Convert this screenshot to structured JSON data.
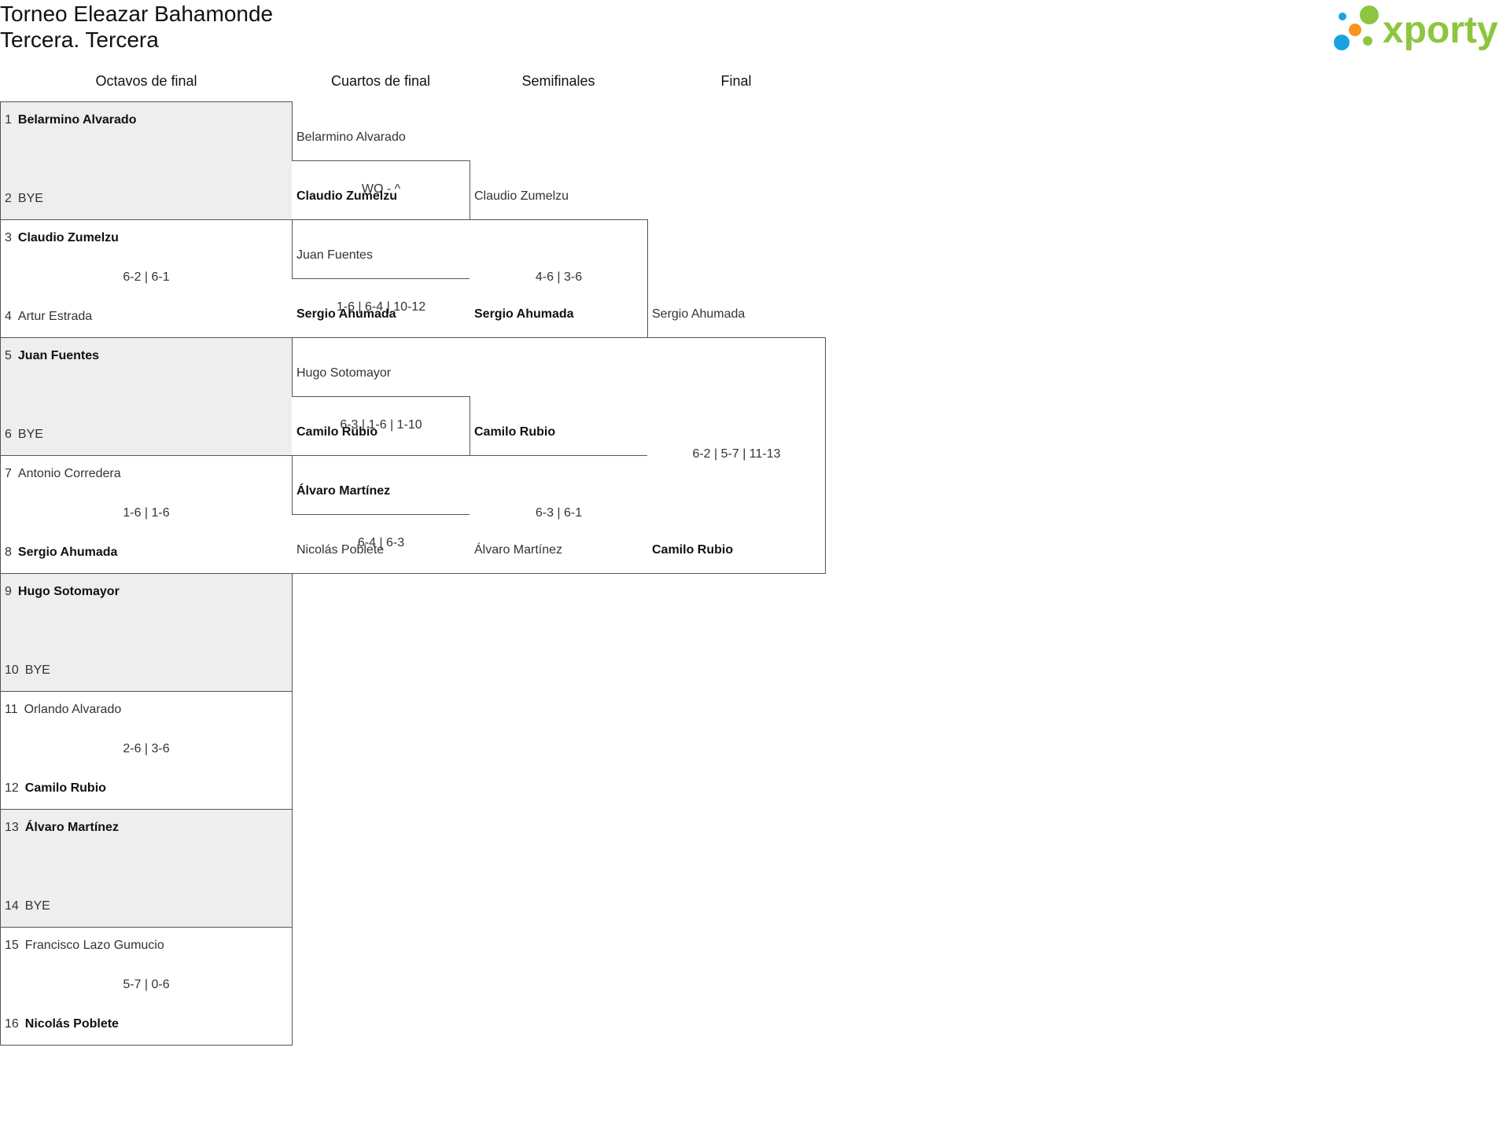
{
  "header": {
    "title_line1": "Torneo Eleazar Bahamonde",
    "title_line2": "Tercera. Tercera",
    "logo_text": "xporty"
  },
  "rounds": [
    "Octavos de final",
    "Cuartos de final",
    "Semifinales",
    "Final"
  ],
  "r16": [
    {
      "p1_seed": "1",
      "p1": "Belarmino Alvarado",
      "p2_seed": "2",
      "p2": "BYE",
      "score": ""
    },
    {
      "p1_seed": "3",
      "p1": "Claudio Zumelzu",
      "p2_seed": "4",
      "p2": "Artur Estrada",
      "score": "6-2 | 6-1"
    },
    {
      "p1_seed": "5",
      "p1": "Juan Fuentes",
      "p2_seed": "6",
      "p2": "BYE",
      "score": ""
    },
    {
      "p1_seed": "7",
      "p1": "Antonio Corredera",
      "p2_seed": "8",
      "p2": "Sergio Ahumada",
      "score": "1-6 | 1-6"
    },
    {
      "p1_seed": "9",
      "p1": "Hugo Sotomayor",
      "p2_seed": "10",
      "p2": "BYE",
      "score": ""
    },
    {
      "p1_seed": "11",
      "p1": "Orlando Alvarado",
      "p2_seed": "12",
      "p2": "Camilo Rubio",
      "score": "2-6 | 3-6"
    },
    {
      "p1_seed": "13",
      "p1": "Álvaro Martínez",
      "p2_seed": "14",
      "p2": "BYE",
      "score": ""
    },
    {
      "p1_seed": "15",
      "p1": "Francisco Lazo Gumucio",
      "p2_seed": "16",
      "p2": "Nicolás Poblete",
      "score": "5-7 | 0-6"
    }
  ],
  "qf": [
    {
      "p1": "Belarmino Alvarado",
      "p2": "Claudio Zumelzu",
      "score": "WO - ^"
    },
    {
      "p1": "Juan Fuentes",
      "p2": "Sergio Ahumada",
      "score": "1-6 | 6-4 | 10-12"
    },
    {
      "p1": "Hugo Sotomayor",
      "p2": "Camilo Rubio",
      "score": "6-3 | 1-6 | 1-10"
    },
    {
      "p1": "Álvaro Martínez",
      "p2": "Nicolás Poblete",
      "score": "6-4 | 6-3"
    }
  ],
  "sf": [
    {
      "p1": "Claudio Zumelzu",
      "p2": "Sergio Ahumada",
      "score": "4-6 | 3-6"
    },
    {
      "p1": "Camilo Rubio",
      "p2": "Álvaro Martínez",
      "score": "6-3 | 6-1"
    }
  ],
  "final": [
    {
      "p1": "Sergio Ahumada",
      "p2": "Camilo Rubio",
      "score": "6-2 | 5-7 | 11-13"
    }
  ],
  "colors": {
    "logo_green": "#8cc63f",
    "logo_blue": "#1ba1e2",
    "logo_orange": "#f7941d",
    "bye_bg": "#eeeeee"
  }
}
